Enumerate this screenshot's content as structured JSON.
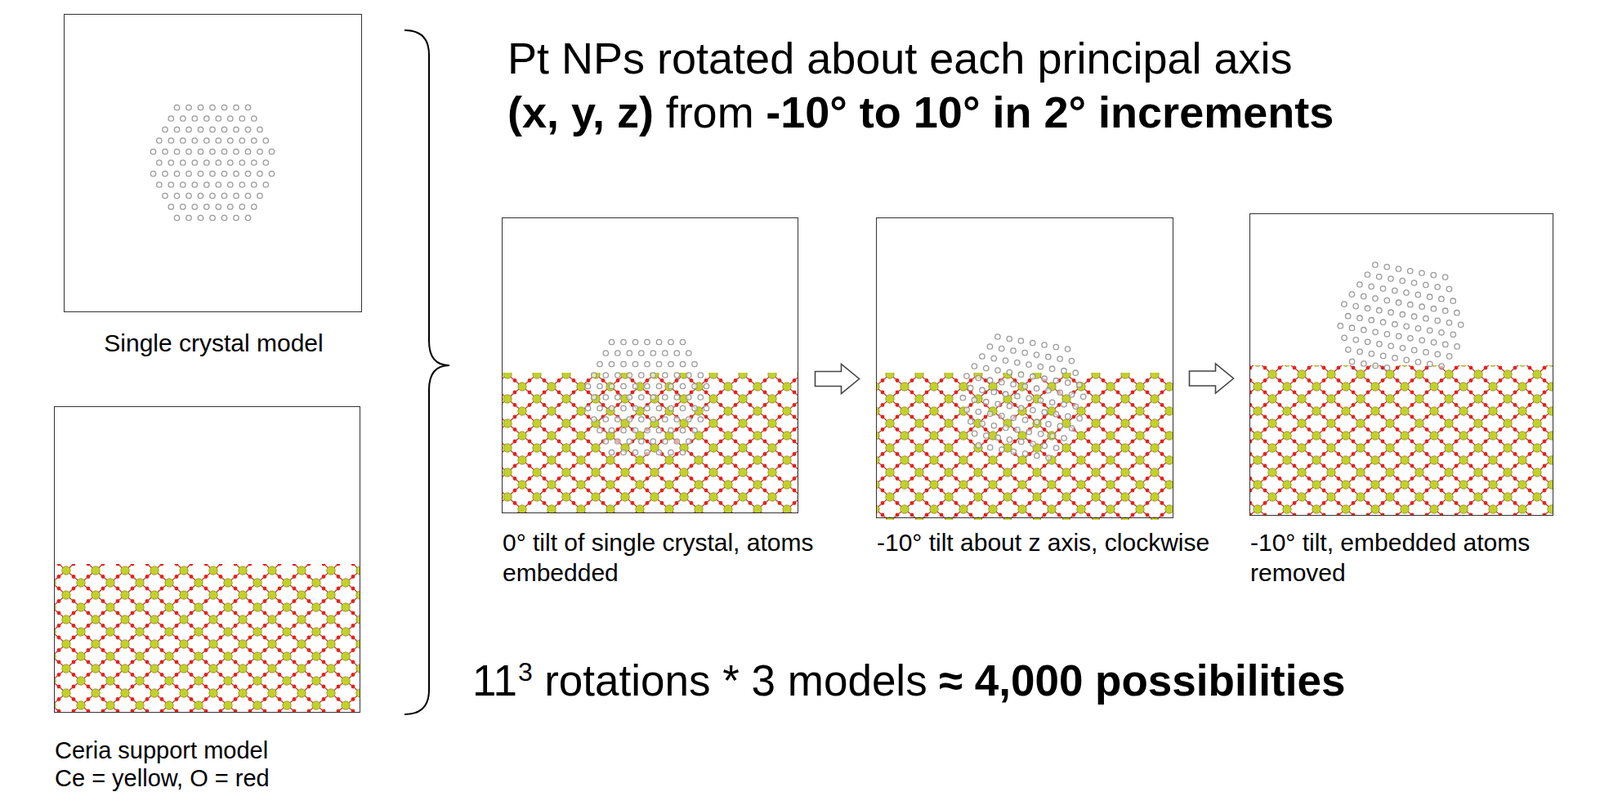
{
  "diagram": {
    "nodes": [
      {
        "text": [
          "Single crystal model"
        ]
      },
      {
        "text": [
          "Ceria support model",
          "Ce = yellow, O = red"
        ]
      },
      {
        "text": [
          "0° tilt of single crystal, atoms embedded"
        ]
      },
      {
        "text": [
          "-10° tilt about z axis, clockwise"
        ]
      },
      {
        "text": [
          "-10° tilt, embedded atoms removed"
        ]
      }
    ],
    "edges": [
      {
        "from": 2,
        "to": 3,
        "arrow": "to"
      },
      {
        "from": 3,
        "to": 4,
        "arrow": "to"
      }
    ],
    "labels": [
      "Pt NPs rotated about each principal axis",
      "(x, y, z)",
      "from",
      "-10° to 10° in 2° increments",
      "11",
      "3",
      "rotations * 3 models",
      "≈ 4,000 possibilities"
    ]
  }
}
